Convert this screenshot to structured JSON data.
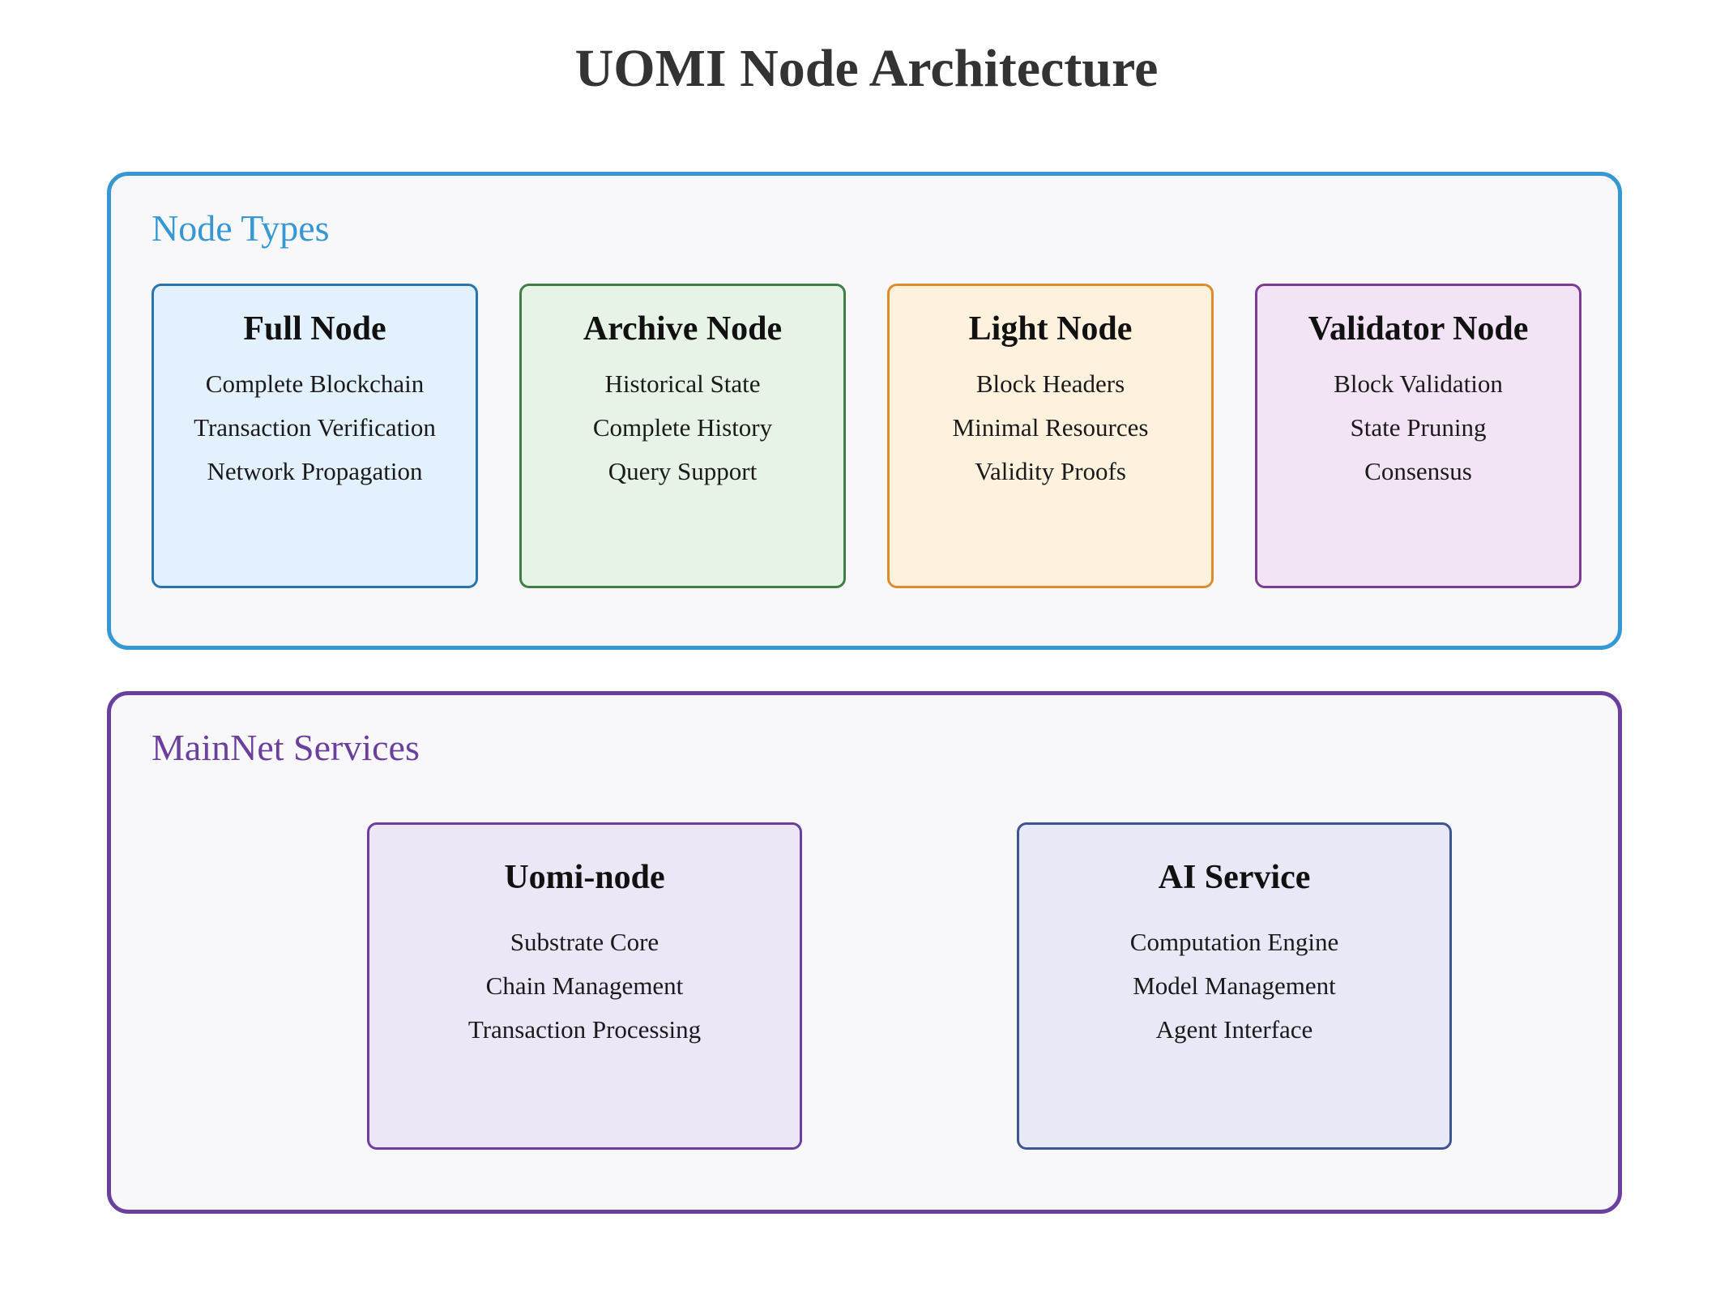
{
  "title": "UOMI Node Architecture",
  "sections": {
    "node_types": {
      "title": "Node Types",
      "cards": [
        {
          "title": "Full Node",
          "items": [
            "Complete Blockchain",
            "Transaction Verification",
            "Network Propagation"
          ]
        },
        {
          "title": "Archive Node",
          "items": [
            "Historical State",
            "Complete History",
            "Query Support"
          ]
        },
        {
          "title": "Light Node",
          "items": [
            "Block Headers",
            "Minimal Resources",
            "Validity Proofs"
          ]
        },
        {
          "title": "Validator Node",
          "items": [
            "Block Validation",
            "State Pruning",
            "Consensus"
          ]
        }
      ]
    },
    "mainnet_services": {
      "title": "MainNet Services",
      "cards": [
        {
          "title": "Uomi-node",
          "items": [
            "Substrate Core",
            "Chain Management",
            "Transaction Processing"
          ]
        },
        {
          "title": "AI Service",
          "items": [
            "Computation Engine",
            "Model Management",
            "Agent Interface"
          ]
        }
      ]
    }
  },
  "colors": {
    "node_types_border": "#3597d3",
    "mainnet_services_border": "#6a3f9e",
    "full_node": "#2a74ad",
    "archive_node": "#3d7f44",
    "light_node": "#de8c2b",
    "validator_node": "#7b3c91",
    "uomi_node": "#6a3f9e",
    "ai_service": "#3f5592"
  }
}
